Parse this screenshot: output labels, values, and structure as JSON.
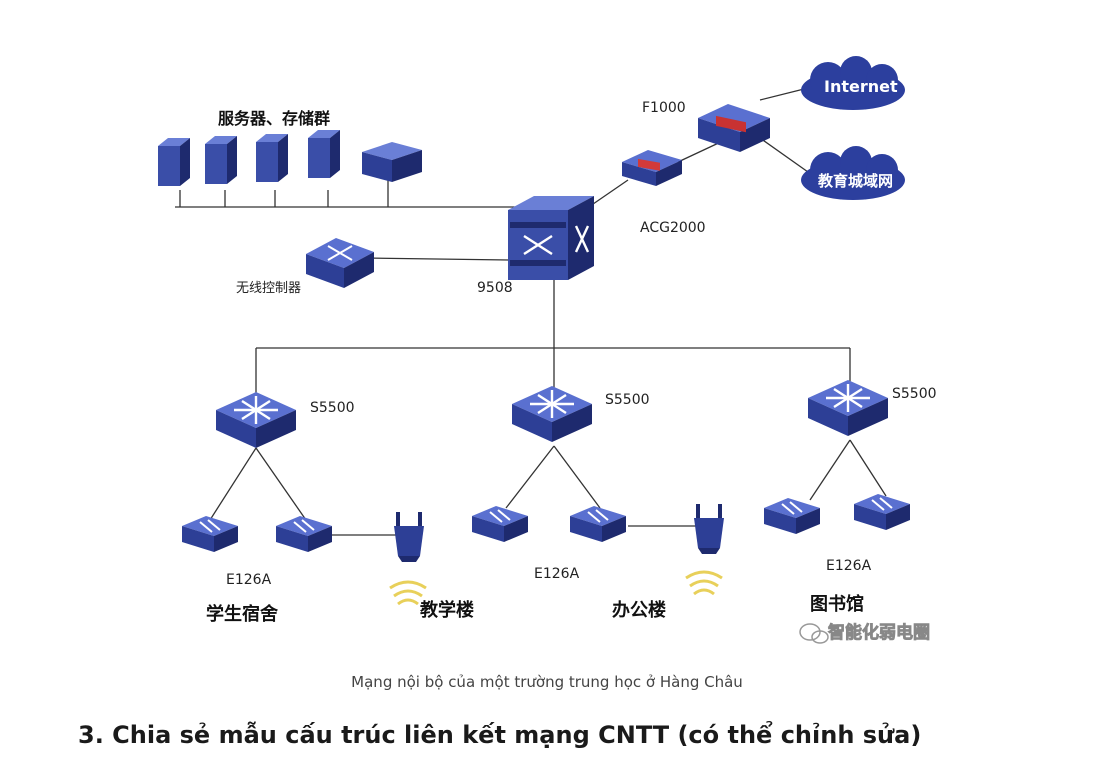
{
  "diagram": {
    "servers_label": "服务器、存储群",
    "firewall_label": "F1000",
    "internet_label": "Internet",
    "edu_network_label": "教育城域网",
    "acg_label": "ACG2000",
    "core_label": "9508",
    "wireless_controller_label": "无线控制器",
    "distribution": [
      {
        "switch_label": "S5500",
        "access_label": "E126A",
        "building_label": "学生宿舍"
      },
      {
        "switch_label": "S5500",
        "access_label": "E126A",
        "building_label": "办公楼"
      },
      {
        "switch_label": "S5500",
        "access_label": "E126A",
        "building_label": "图书馆"
      }
    ],
    "teaching_label": "教学楼",
    "watermark": "智能化弱电圈",
    "colors": {
      "device_blue": "#3a4ea8",
      "device_dark": "#1e2a6e",
      "cloud": "#2c3f9e",
      "line": "#333333"
    }
  },
  "caption": "Mạng nội bộ của một trường trung học ở Hàng Châu",
  "heading": "3. Chia sẻ mẫu cấu trúc liên kết mạng CNTT (có thể chỉnh sửa)"
}
